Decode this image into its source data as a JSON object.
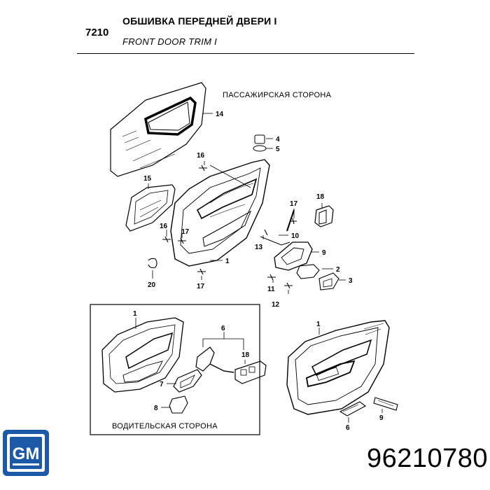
{
  "header": {
    "section_code": "7210",
    "title_ru": "ОБШИВКА ПЕРЕДНЕЙ ДВЕРИ I",
    "title_en": "FRONT DOOR TRIM I"
  },
  "diagram": {
    "passenger_side_label": "ПАССАЖИРСКАЯ СТОРОНА",
    "driver_side_label": "ВОДИТЕЛЬСКАЯ СТОРОНА",
    "callouts_top": [
      "14",
      "4",
      "5",
      "16",
      "15",
      "18",
      "17",
      "16",
      "17",
      "10",
      "13",
      "9",
      "1",
      "2",
      "3",
      "11",
      "20",
      "17",
      "12"
    ],
    "callouts_bottom_left": [
      "1",
      "6",
      "18",
      "7",
      "8"
    ],
    "callouts_bottom_right": [
      "1",
      "6",
      "9"
    ]
  },
  "logo": {
    "text": "GM",
    "color": "#1c5aa8"
  },
  "part_number": "96210780"
}
